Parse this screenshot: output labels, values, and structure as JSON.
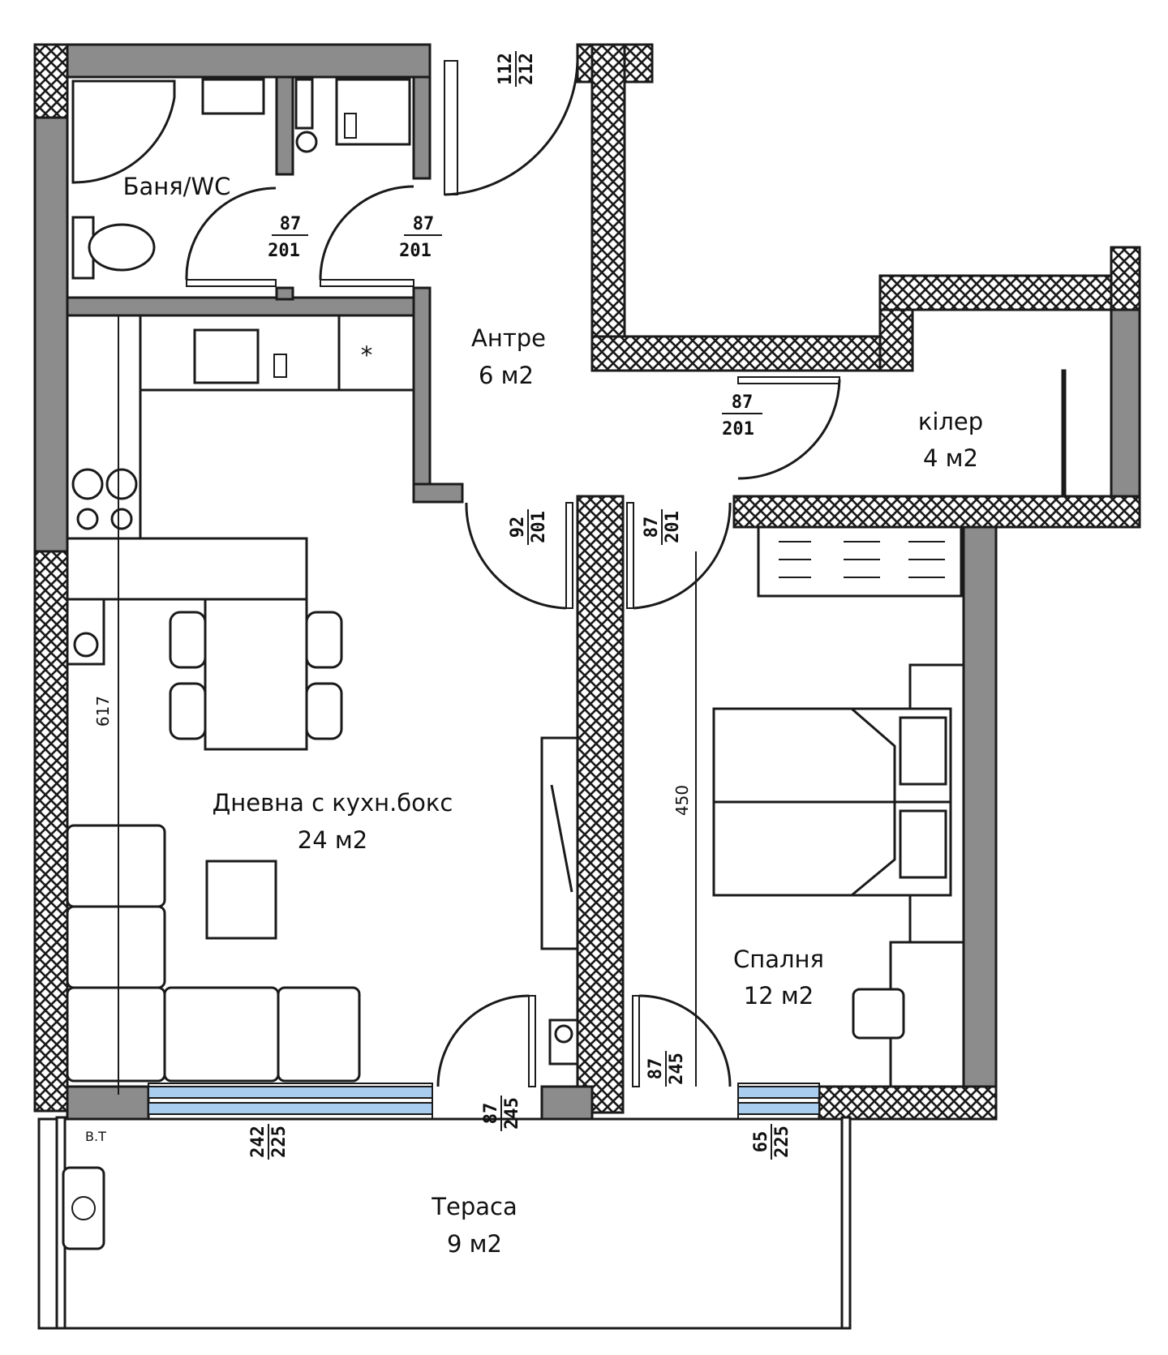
{
  "rooms": {
    "bath": {
      "name": "Баня/WC"
    },
    "hall": {
      "name": "Антре",
      "area": "6 м2"
    },
    "storage": {
      "name": "кiлер",
      "area": "4 м2"
    },
    "living": {
      "name": "Дневна с кухн.бокс",
      "area": "24 м2"
    },
    "bedroom": {
      "name": "Спалня",
      "area": "12 м2"
    },
    "terrace": {
      "name": "Тераса",
      "area": "9 м2"
    }
  },
  "dimensions": {
    "entrance_door": {
      "w": "112",
      "h": "212"
    },
    "bath_door": {
      "w": "87",
      "h": "201"
    },
    "wc_door": {
      "w": "87",
      "h": "201"
    },
    "storage_door": {
      "w": "87",
      "h": "201"
    },
    "living_door": {
      "w": "92",
      "h": "201"
    },
    "bedroom_door": {
      "w": "87",
      "h": "201"
    },
    "living_terrace_door": {
      "w": "87",
      "h": "245"
    },
    "bedroom_terrace_door": {
      "w": "87",
      "h": "245"
    },
    "living_window": {
      "w": "242",
      "h": "225"
    },
    "bedroom_window": {
      "w": "65",
      "h": "225"
    },
    "living_length": "617",
    "bedroom_length": "450"
  },
  "symbols": {
    "boiler_label": "В.Т",
    "fridge_mark": "*"
  },
  "colors": {
    "wall": "#8c8c8c",
    "glass": "#a9cdee",
    "line": "#1a1a1a"
  }
}
